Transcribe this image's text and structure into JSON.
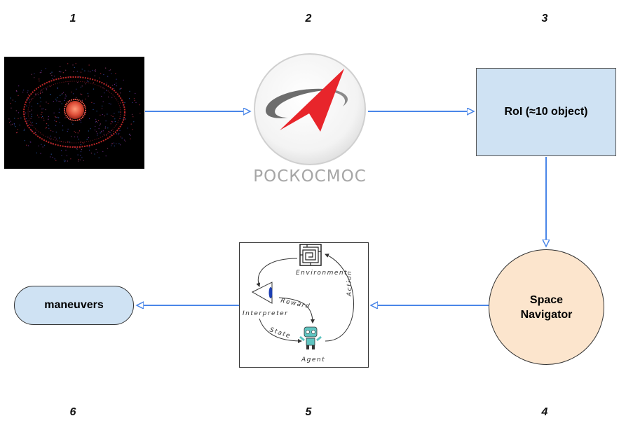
{
  "steps": [
    "1",
    "2",
    "3",
    "4",
    "5",
    "6"
  ],
  "logo": {
    "text": "РОСКОСМОС"
  },
  "roi_box": {
    "label": "RoI (≈10 object)"
  },
  "navigator": {
    "line1": "Space",
    "line2": "Navigator"
  },
  "maneuvers": {
    "label": "maneuvers"
  },
  "rl_diagram": {
    "environment": "Environment",
    "interpreter": "Interpreter",
    "reward": "Reward",
    "state": "State",
    "action": "Action",
    "agent": "Agent"
  },
  "colors": {
    "arrow": "#4a86e8",
    "roi_fill": "#cfe2f3",
    "navigator_fill": "#fce5cd",
    "logo_red": "#e8252b"
  }
}
